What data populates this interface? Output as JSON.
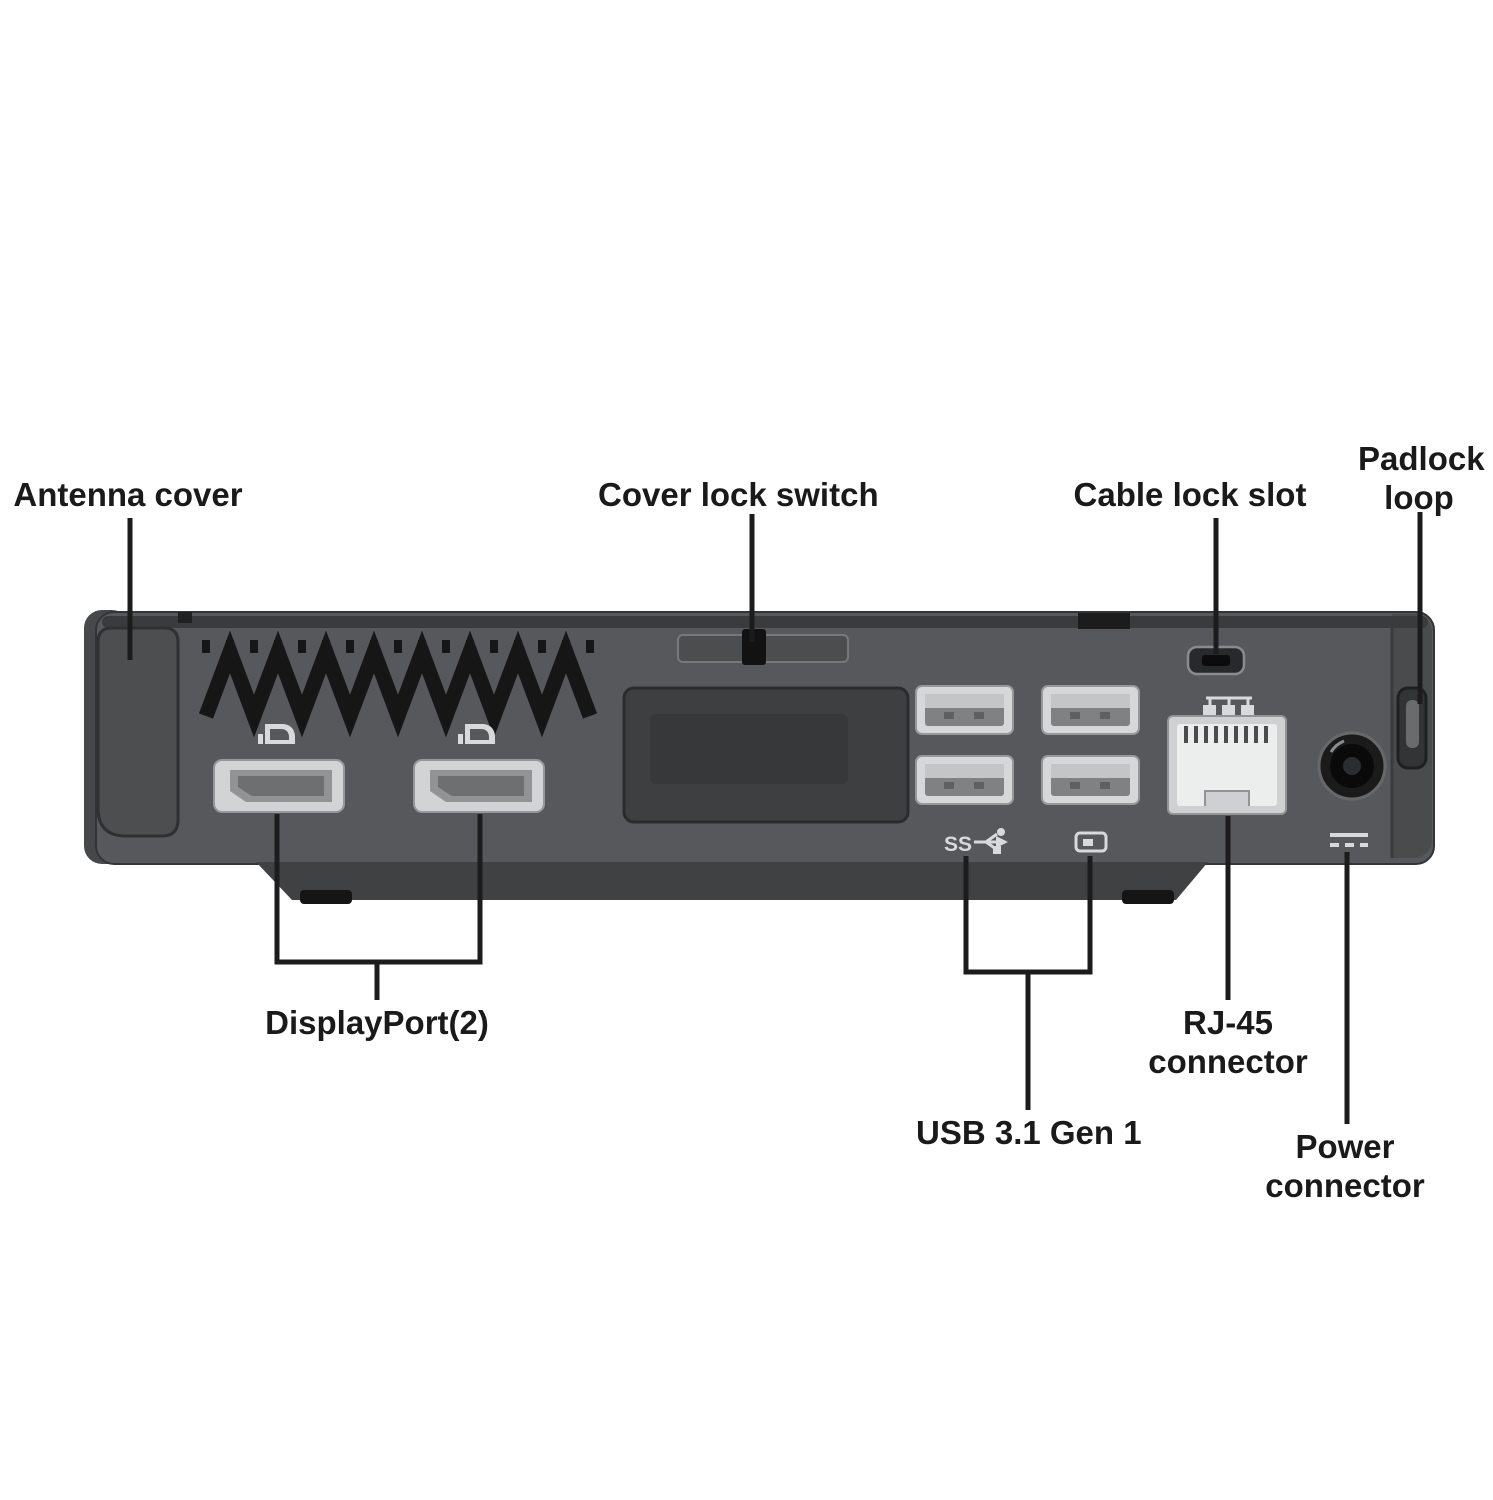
{
  "labels": {
    "antenna_cover": "Antenna cover",
    "cover_lock_switch": "Cover lock switch",
    "cable_lock_slot": "Cable lock slot",
    "padlock_loop": "Padlock loop",
    "displayport": "DisplayPort(2)",
    "usb": "USB 3.1 Gen 1",
    "rj45": "RJ-45 connector",
    "power": "Power connector"
  },
  "icons": {
    "superspeed_text": "SS",
    "displayport": "displayport-icon",
    "network": "network-icon",
    "dc_power": "dc-power-icon",
    "superspeed": "superspeed-usb-icon",
    "usb_port_indicator": "display-icon"
  },
  "colors": {
    "background": "#ffffff",
    "chassis": "#57585b",
    "chassis_dark": "#3a3b3d",
    "panel_recess": "#3e3f41",
    "port_light": "#d6d7d8",
    "rj45_face": "#eceded",
    "vent_slat": "#161617",
    "callout_line": "#1c1c1c",
    "label_text": "#1a1a1a"
  }
}
